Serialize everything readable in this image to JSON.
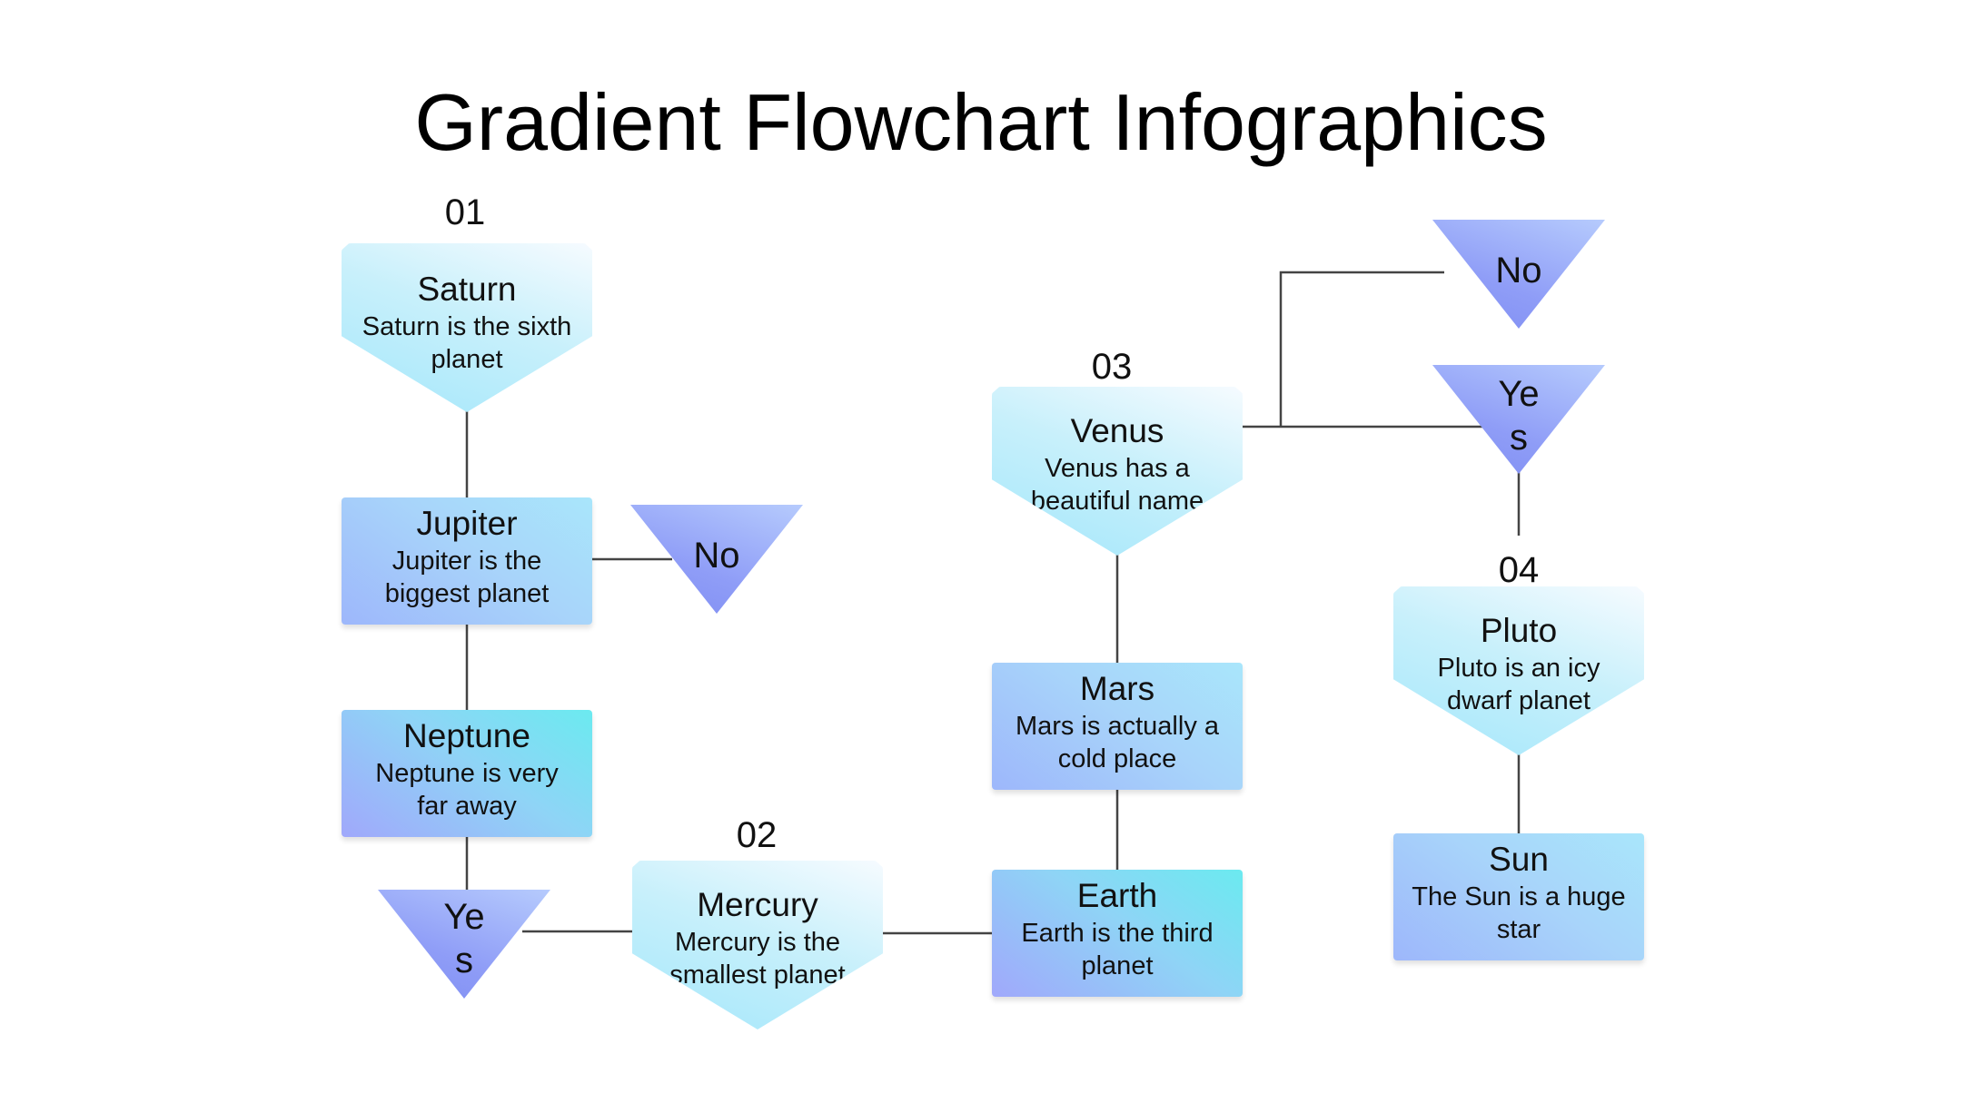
{
  "title": "Gradient Flowchart Infographics",
  "steps": {
    "s01": "01",
    "s02": "02",
    "s03": "03",
    "s04": "04"
  },
  "nodes": {
    "saturn": {
      "title": "Saturn",
      "desc_l1": "Saturn is the sixth",
      "desc_l2": "planet"
    },
    "jupiter": {
      "title": "Jupiter",
      "desc_l1": "Jupiter is the",
      "desc_l2": "biggest planet"
    },
    "neptune": {
      "title": "Neptune",
      "desc_l1": "Neptune is very",
      "desc_l2": "far away"
    },
    "mercury": {
      "title": "Mercury",
      "desc_l1": "Mercury is the",
      "desc_l2": "smallest planet"
    },
    "venus": {
      "title": "Venus",
      "desc_l1": "Venus has a",
      "desc_l2": "beautiful name"
    },
    "mars": {
      "title": "Mars",
      "desc_l1": "Mars is actually a",
      "desc_l2": "cold place"
    },
    "earth": {
      "title": "Earth",
      "desc_l1": "Earth is the third",
      "desc_l2": "planet"
    },
    "pluto": {
      "title": "Pluto",
      "desc_l1": "Pluto is an icy",
      "desc_l2": "dwarf planet"
    },
    "sun": {
      "title": "Sun",
      "desc_l1": "The Sun is a huge",
      "desc_l2": "star"
    }
  },
  "decisions": {
    "jupiter_no": "No",
    "neptune_yes_l1": "Ye",
    "neptune_yes_l2": "s",
    "venus_no": "No",
    "venus_yes_l1": "Ye",
    "venus_yes_l2": "s"
  },
  "colors": {
    "connector": "#444444",
    "triangle": "#8f9df7",
    "card_light": "#c8f0fb",
    "card_mid": "#a8d4fa",
    "card_cyan": "#6beaf0"
  }
}
